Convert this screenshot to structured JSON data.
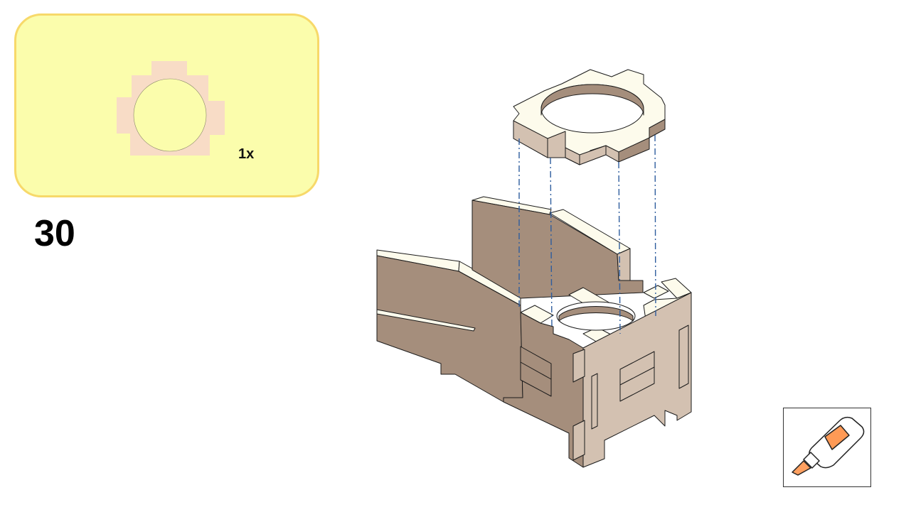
{
  "parts_panel": {
    "quantity_label": "1x",
    "part_name": "ring-plate",
    "colors": {
      "panel_fill": "#fbfdac",
      "panel_border": "#f7d96a",
      "part_fill": "#f8dcc6"
    }
  },
  "step": {
    "number": "30"
  },
  "diagram": {
    "colors": {
      "top_face": "#fdfbec",
      "side_face_dark": "#a58e7c",
      "side_face_light": "#d3c1b1",
      "edge": "#1a1a1a",
      "guide_line": "#2e5d9e"
    }
  },
  "glue_indicator": {
    "icon": "glue-bottle-icon",
    "colors": {
      "label": "#ff9a56",
      "nozzle": "#ffa060"
    }
  }
}
